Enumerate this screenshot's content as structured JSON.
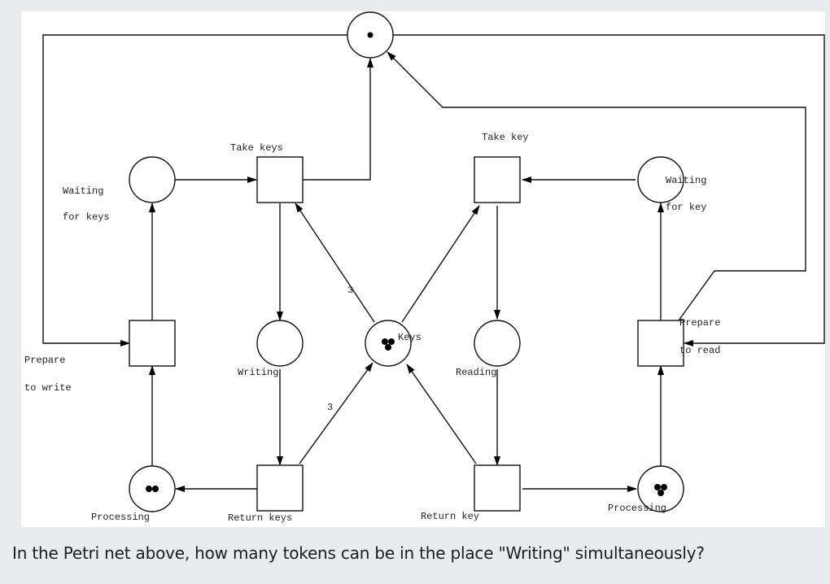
{
  "diagram": {
    "type": "petri-net",
    "places": [
      {
        "id": "mutex",
        "label": "",
        "tokens": 1
      },
      {
        "id": "waiting-for-keys",
        "label_lines": [
          "Waiting",
          "for keys"
        ],
        "tokens": 0
      },
      {
        "id": "writing",
        "label": "Writing",
        "tokens": 0
      },
      {
        "id": "keys",
        "label": "Keys",
        "tokens": 3
      },
      {
        "id": "reading",
        "label": "Reading",
        "tokens": 0
      },
      {
        "id": "waiting-for-key",
        "label_lines": [
          "Waiting",
          "for key"
        ],
        "tokens": 0
      },
      {
        "id": "processing-writers",
        "label": "Processing",
        "tokens": 2
      },
      {
        "id": "processing-readers",
        "label": "Processing",
        "tokens": 3
      }
    ],
    "transitions": [
      {
        "id": "take-keys",
        "label": "Take keys"
      },
      {
        "id": "take-key",
        "label": "Take key"
      },
      {
        "id": "prepare-to-write",
        "label_lines": [
          "Prepare",
          "to write"
        ]
      },
      {
        "id": "prepare-to-read",
        "label_lines": [
          "Prepare",
          "to read"
        ]
      },
      {
        "id": "return-keys",
        "label": "Return keys"
      },
      {
        "id": "return-key",
        "label": "Return key"
      }
    ],
    "arcs": [
      {
        "from": "waiting-for-keys",
        "to": "take-keys",
        "weight": 1
      },
      {
        "from": "take-keys",
        "to": "mutex",
        "weight": 1
      },
      {
        "from": "take-keys",
        "to": "writing",
        "weight": 1
      },
      {
        "from": "keys",
        "to": "take-keys",
        "weight": 3
      },
      {
        "from": "writing",
        "to": "return-keys",
        "weight": 1
      },
      {
        "from": "return-keys",
        "to": "keys",
        "weight": 3
      },
      {
        "from": "return-keys",
        "to": "processing-writers",
        "weight": 1
      },
      {
        "from": "processing-writers",
        "to": "prepare-to-write",
        "weight": 1
      },
      {
        "from": "prepare-to-write",
        "to": "waiting-for-keys",
        "weight": 1
      },
      {
        "from": "mutex",
        "to": "prepare-to-write",
        "weight": 1
      },
      {
        "from": "mutex",
        "to": "prepare-to-read",
        "weight": 1
      },
      {
        "from": "prepare-to-read",
        "to": "mutex",
        "weight": 1
      },
      {
        "from": "waiting-for-key",
        "to": "take-key",
        "weight": 1
      },
      {
        "from": "keys",
        "to": "take-key",
        "weight": 1
      },
      {
        "from": "take-key",
        "to": "reading",
        "weight": 1
      },
      {
        "from": "reading",
        "to": "return-key",
        "weight": 1
      },
      {
        "from": "return-key",
        "to": "keys",
        "weight": 1
      },
      {
        "from": "return-key",
        "to": "processing-readers",
        "weight": 1
      },
      {
        "from": "processing-readers",
        "to": "prepare-to-read",
        "weight": 1
      },
      {
        "from": "prepare-to-read",
        "to": "waiting-for-key",
        "weight": 1
      }
    ],
    "weight_labels": {
      "keys_to_take_keys": "3",
      "return_keys_to_keys": "3"
    }
  },
  "question": "In the Petri net above, how many tokens can be in the place \"Writing\" simultaneously?"
}
